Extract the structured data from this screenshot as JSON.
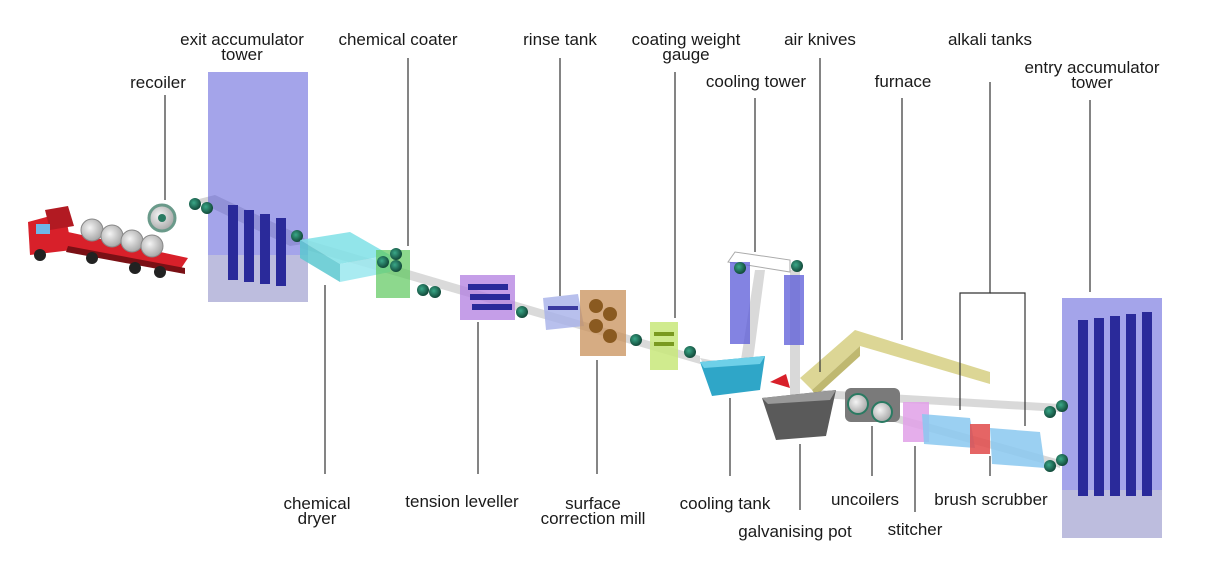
{
  "labels": {
    "recoiler": [
      "recoiler"
    ],
    "exit_accumulator_tower": [
      "exit accumulator",
      "tower"
    ],
    "chemical_coater": [
      "chemical coater"
    ],
    "rinse_tank": [
      "rinse tank"
    ],
    "coating_weight_gauge": [
      "coating weight",
      "gauge"
    ],
    "air_knives": [
      "air knives"
    ],
    "alkali_tanks": [
      "alkali tanks"
    ],
    "cooling_tower": [
      "cooling tower"
    ],
    "furnace": [
      "furnace"
    ],
    "entry_accumulator_tower": [
      "entry accumulator",
      "tower"
    ],
    "chemical_dryer": [
      "chemical",
      "dryer"
    ],
    "tension_leveller": [
      "tension leveller"
    ],
    "surface_correction_mill": [
      "surface",
      "correction mill"
    ],
    "cooling_tank": [
      "cooling tank"
    ],
    "galvanising_pot": [
      "galvanising pot"
    ],
    "uncoilers": [
      "uncoilers"
    ],
    "stitcher": [
      "stitcher"
    ],
    "brush_scrubber": [
      "brush scrubber"
    ]
  },
  "colors": {
    "tower_blue": "#5a5ad8",
    "truck_red": "#d8202a",
    "dryer_cyan": "#7fe0e6",
    "coater_green": "#5cc85c",
    "leveller_purple": "#b27ee0",
    "rinse_blue": "#a6b0e8",
    "mill_brown": "#c8905a",
    "gauge_lime": "#c8e87a",
    "cooling_tank_teal": "#2fa6c8",
    "furnace_olive": "#d8d28a",
    "pot_grey": "#5a5a5a",
    "stitcher_pink": "#e0a0e8",
    "alkali_blue": "#8ac8f0",
    "scrubber_red": "#e04a4a",
    "roller_green": "#1f6d55"
  }
}
